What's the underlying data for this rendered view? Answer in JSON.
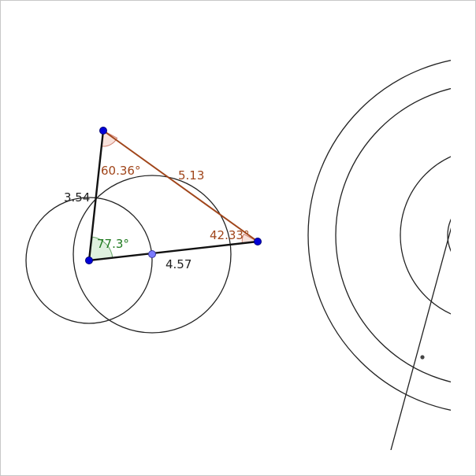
{
  "construction": {
    "side_labels": {
      "side_ab": "3.54",
      "side_ac": "4.57",
      "side_bc": "5.13"
    },
    "angle_labels": {
      "angle_a": "77.3°",
      "angle_b": "60.36°",
      "angle_c": "42.33°"
    },
    "colors": {
      "segment_black": "#111111",
      "segment_brown": "#a0451a",
      "point_blue": "#0000d8",
      "point_midpoint": "#7b7bff",
      "angle_green_fill": "#dff0df",
      "angle_red_fill": "#f8e2dc",
      "circle_stroke": "#222222"
    }
  }
}
